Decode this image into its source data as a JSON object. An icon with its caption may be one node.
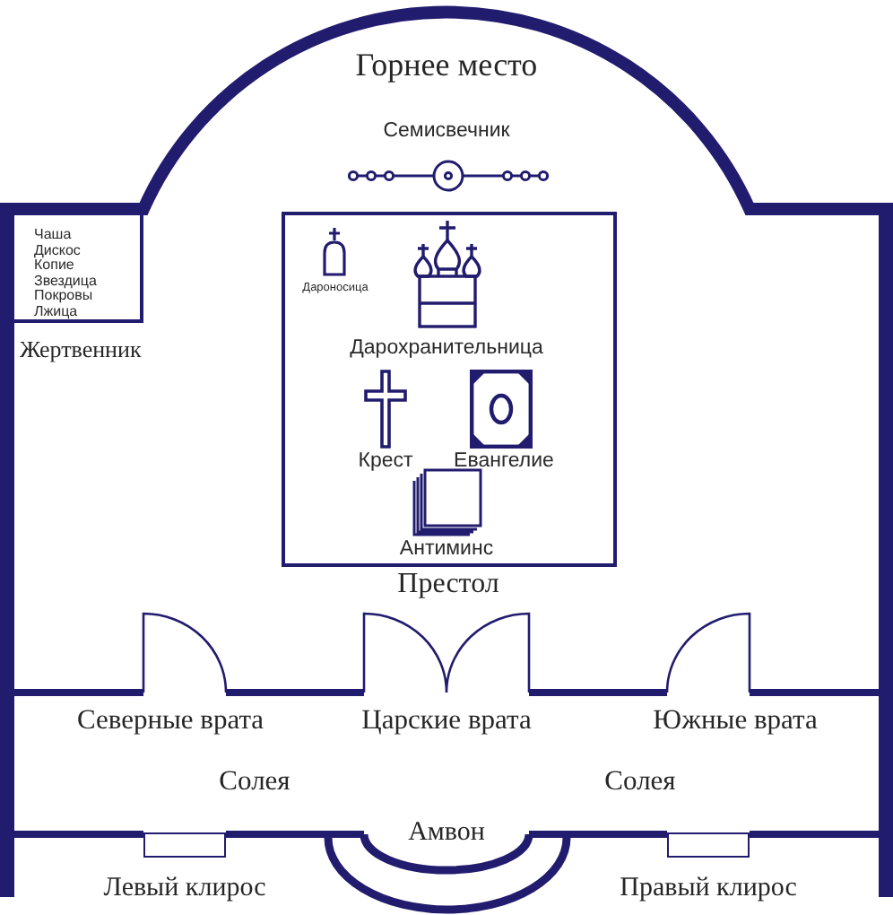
{
  "diagram": {
    "nodes": [
      {
        "text": [
          "Чаша",
          "Дискос",
          "Копие",
          "Звездица",
          "Покровы",
          "Лжица",
          "Жертвенник"
        ]
      },
      {
        "text": [
          "Престол"
        ]
      },
      {
        "text": [
          "Левый клирос"
        ]
      },
      {
        "text": [
          "Амвон"
        ]
      },
      {
        "text": [
          "Правый клирос"
        ]
      }
    ],
    "labels": [
      "Горнее место",
      "Семисвечник",
      "Дароносица",
      "Дарохранительница",
      "Крест",
      "Евангелие",
      "Антиминс",
      "Северные врата",
      "Царские врата",
      "Южные врата",
      "Солея",
      "Солея"
    ]
  }
}
